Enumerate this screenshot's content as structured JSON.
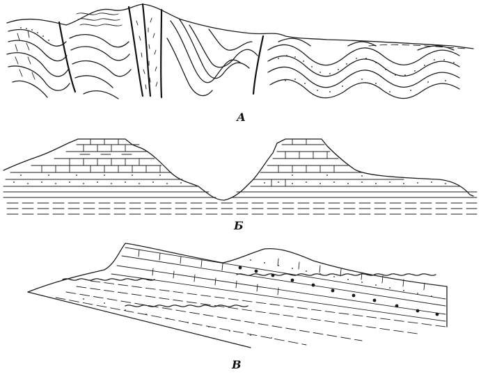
{
  "panels": [
    {
      "id": "A",
      "label": "А"
    },
    {
      "id": "B",
      "label": "Б"
    },
    {
      "id": "V",
      "label": "В"
    }
  ]
}
